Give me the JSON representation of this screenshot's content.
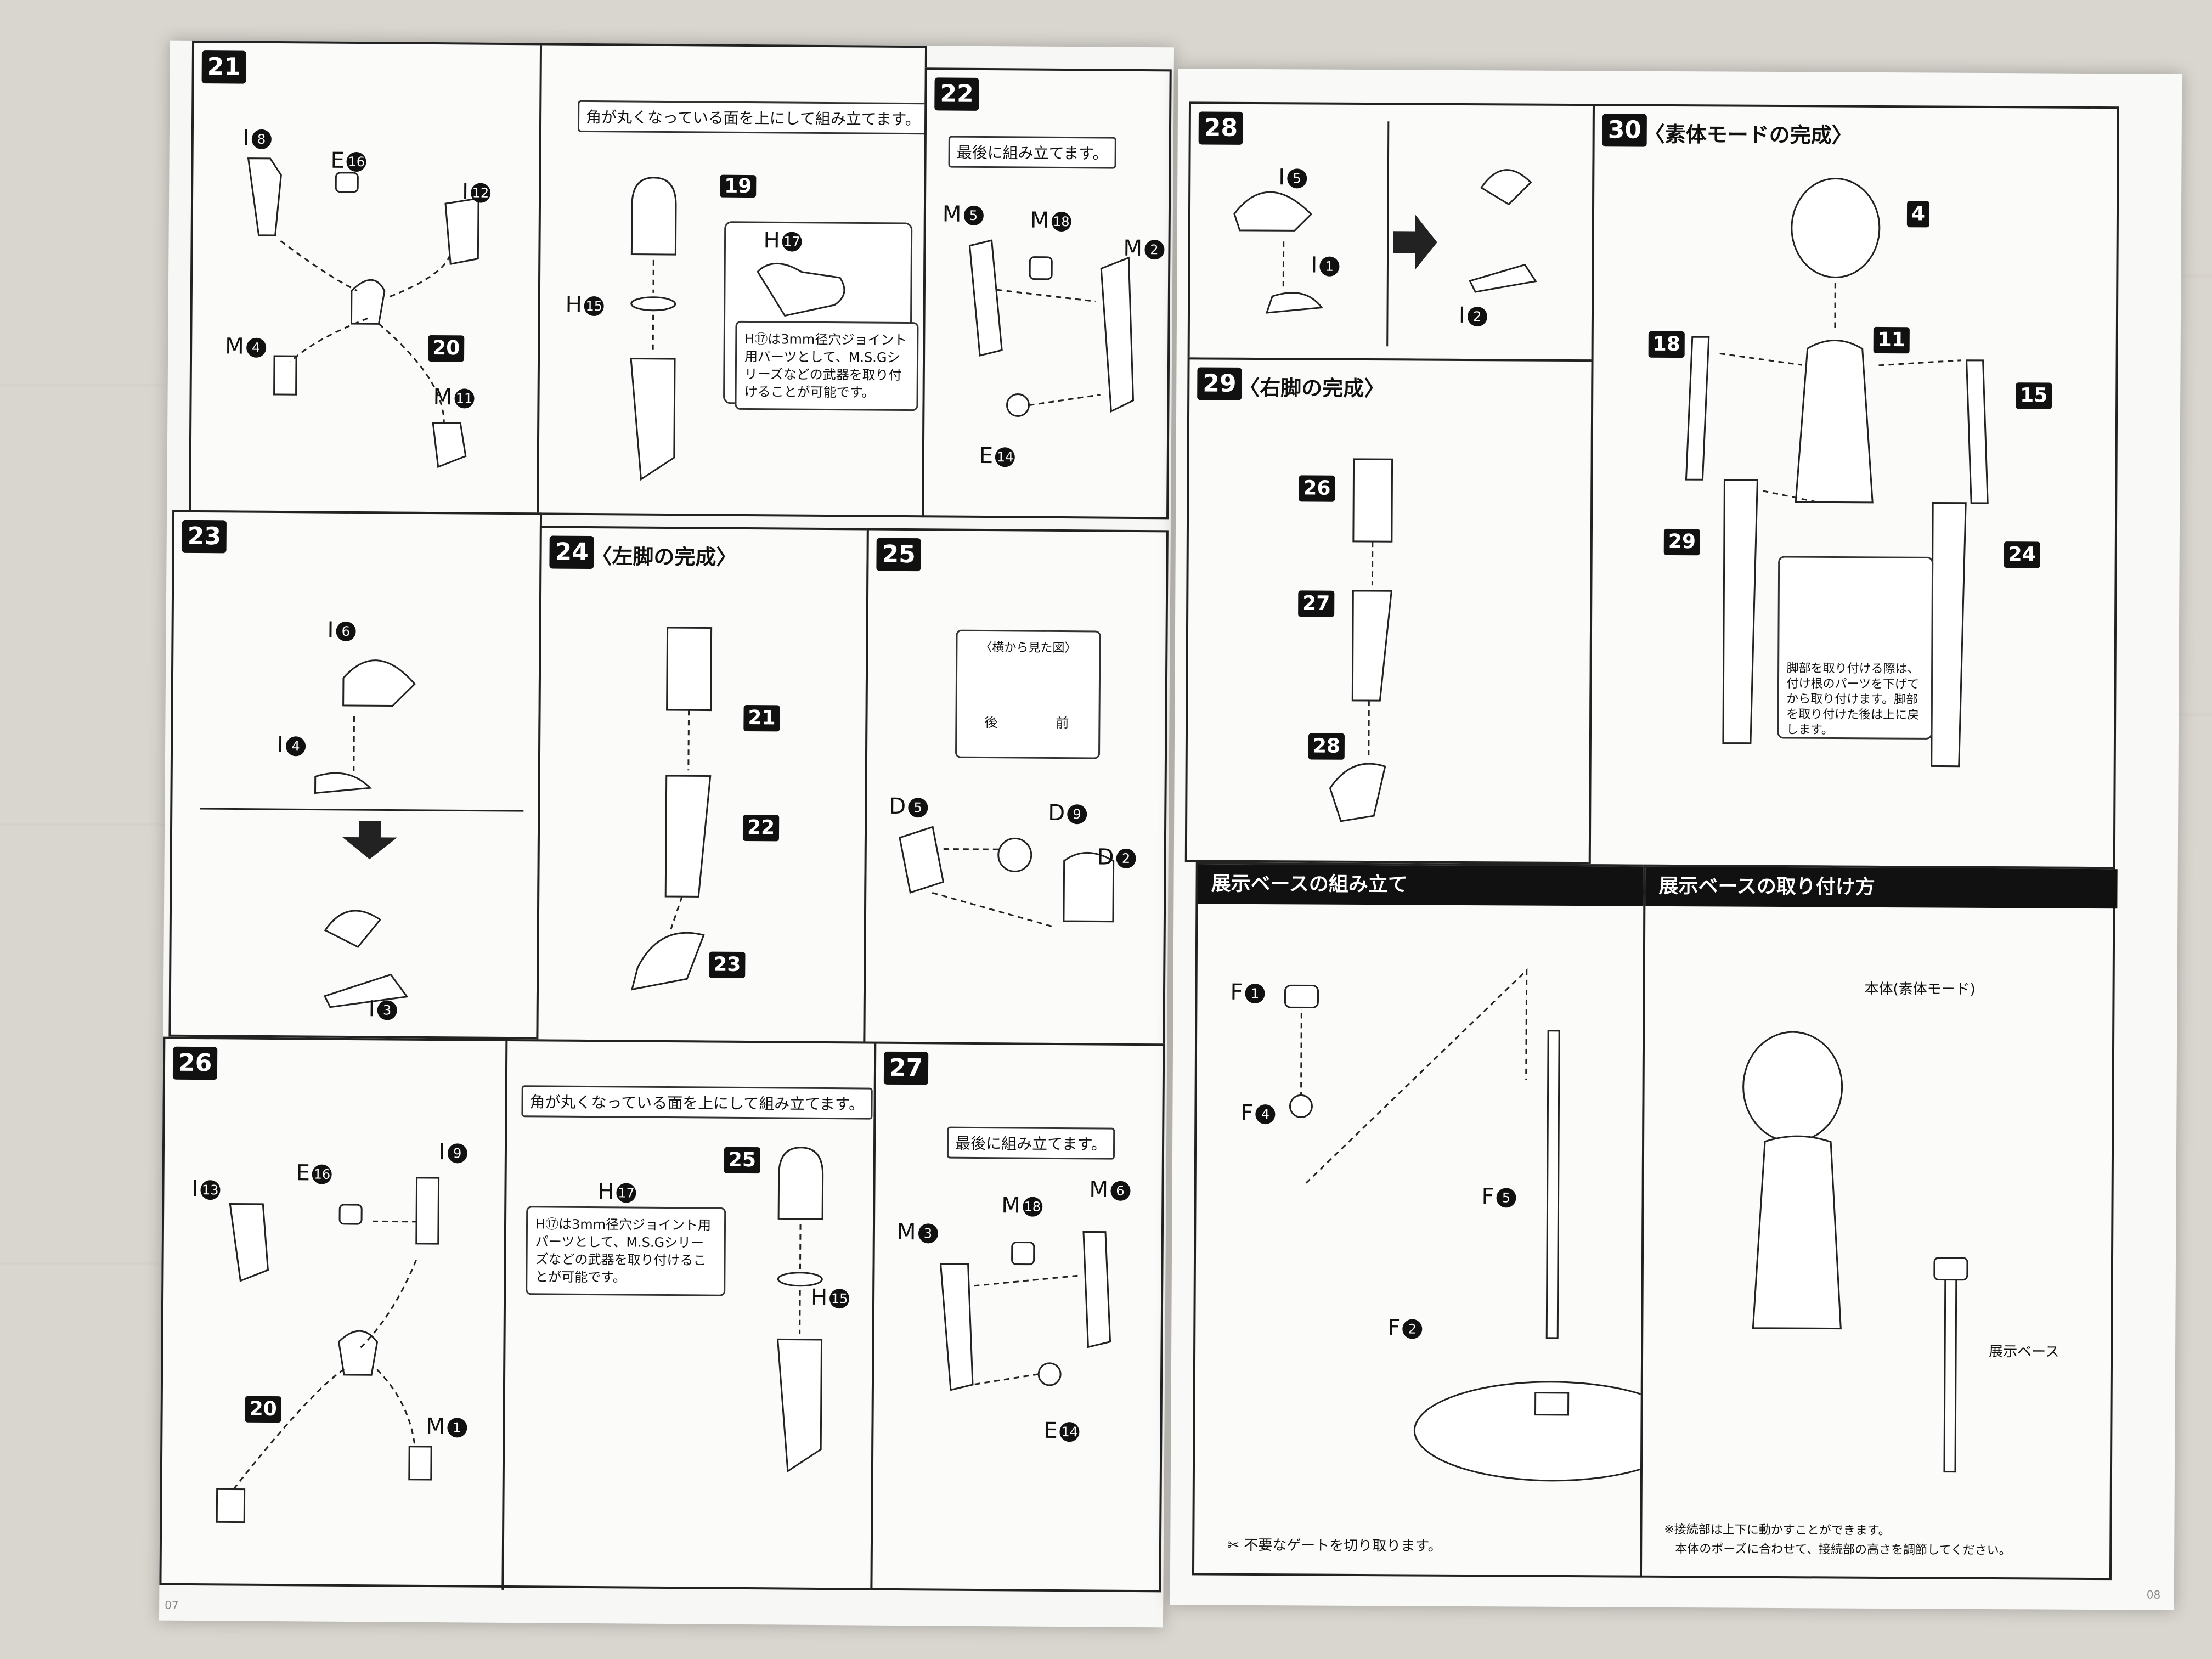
{
  "left_page": {
    "steps": {
      "s21": {
        "num": "21"
      },
      "s21b": {
        "note": "角が丸くなっている面を上にして組み立てます。",
        "hint": "H⑰は3mm径穴ジョイント用パーツとして、M.S.Gシリーズなどの武器を取り付けることが可能です。"
      },
      "s22": {
        "num": "22",
        "note": "最後に組み立てます。"
      },
      "s23": {
        "num": "23"
      },
      "s24": {
        "num": "24",
        "title": "〈左脚の完成〉"
      },
      "s25": {
        "num": "25",
        "side_view": "〈横から見た図〉",
        "back": "後",
        "front": "前"
      },
      "s26": {
        "num": "26"
      },
      "s26b": {
        "note": "角が丸くなっている面を上にして組み立てます。",
        "hint": "H⑰は3mm径穴ジョイント用パーツとして、M.S.Gシリーズなどの武器を取り付けることが可能です。"
      },
      "s27": {
        "num": "27",
        "note": "最後に組み立てます。"
      }
    },
    "parts": {
      "i8": "I",
      "e16": "E",
      "i12": "I",
      "m4": "M",
      "m11": "M",
      "p20": "20",
      "p19": "19",
      "h15": "H",
      "h17": "H",
      "m5": "M",
      "m18": "M",
      "m2": "M",
      "e14": "E",
      "i6": "I",
      "i4": "I",
      "i3": "I",
      "p21": "21",
      "p22": "22",
      "p23": "23",
      "d5": "D",
      "d9": "D",
      "d2": "D",
      "i13": "I",
      "i9": "I",
      "m1": "M",
      "p20b": "20",
      "p25": "25",
      "h15b": "H",
      "h17b": "H",
      "m18b": "M",
      "m6": "M",
      "m3": "M",
      "e14b": "E"
    },
    "folio": "07"
  },
  "right_page": {
    "steps": {
      "s28": {
        "num": "28"
      },
      "s29": {
        "num": "29",
        "title": "〈右脚の完成〉"
      },
      "s30": {
        "num": "30",
        "title": "〈素体モードの完成〉"
      },
      "base_build": {
        "title": "展示ベースの組み立て"
      },
      "base_attach": {
        "title": "展示ベースの取り付け方"
      }
    },
    "parts": {
      "i5": "I",
      "i1": "I",
      "i2": "I",
      "p26": "26",
      "p27": "27",
      "p28": "28",
      "p4": "4",
      "p11": "11",
      "p18": "18",
      "p15": "15",
      "p29": "29",
      "p24": "24",
      "f1": "F",
      "f4": "F",
      "f5": "F",
      "f2": "F"
    },
    "leg_note": "脚部を取り付ける際は、付け根のパーツを下げてから取り付けます。脚部を取り付けた後は上に戻します。",
    "body_label": "本体(素体モード)",
    "base_label": "展示ベース",
    "gate_note": "不要なゲートを切り取ります。",
    "joint_note_1": "※接続部は上下に動かすことができます。",
    "joint_note_2": "本体のポーズに合わせて、接続部の高さを調節してください。",
    "folio": "08"
  }
}
